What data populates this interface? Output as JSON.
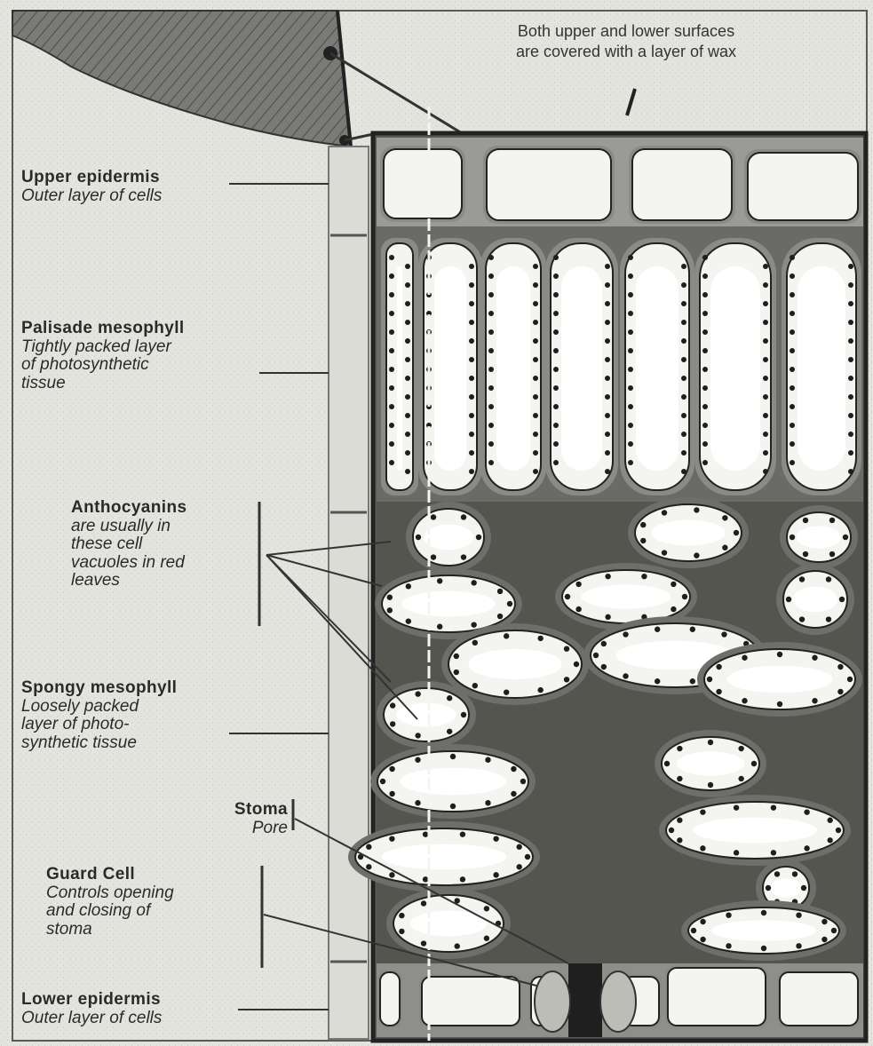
{
  "caption": {
    "line1": "Both upper and lower surfaces",
    "line2": "are covered with a layer of wax"
  },
  "labels": {
    "upper_epidermis": {
      "title": "Upper epidermis",
      "desc": [
        "Outer layer of cells"
      ]
    },
    "palisade_mesophyll": {
      "title": "Palisade mesophyll",
      "desc": [
        "Tightly packed layer",
        "of photosynthetic",
        "tissue"
      ]
    },
    "anthocyanins": {
      "title": "Anthocyanins",
      "desc": [
        "are usually in",
        "these cell",
        "vacuoles in red",
        "leaves"
      ]
    },
    "spongy_mesophyll": {
      "title": "Spongy mesophyll",
      "desc": [
        "Loosely packed",
        "layer of photo-",
        "synthetic tissue"
      ]
    },
    "stoma": {
      "title": "Stoma",
      "desc": [
        "Pore"
      ]
    },
    "guard_cell": {
      "title": "Guard Cell",
      "desc": [
        "Controls opening",
        "and closing of",
        "stoma"
      ]
    },
    "lower_epidermis": {
      "title": "Lower epidermis",
      "desc": [
        "Outer layer of cells"
      ]
    }
  },
  "colors": {
    "background": "#e4e4df",
    "cell_interior": "#f4f4f0",
    "cell_wall": "#8a8a86",
    "chloroplast": "#1e1e1e",
    "ink": "#222222",
    "leaf_blade": "#777774",
    "tissue_dark": "#4a4a48",
    "tissue_mid": "#6e6e6b"
  }
}
